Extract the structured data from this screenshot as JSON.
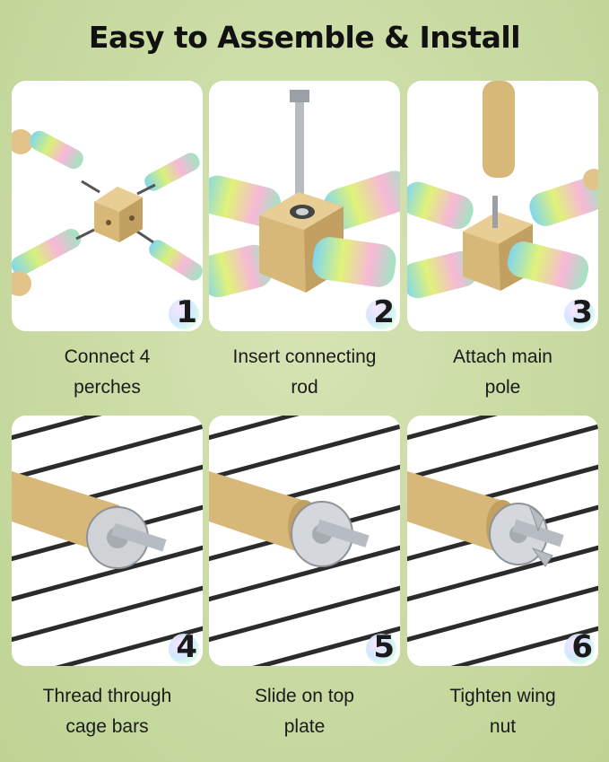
{
  "title": "Easy to Assemble & Install",
  "steps": [
    {
      "number": "1",
      "caption_line1": "Connect 4",
      "caption_line2": "perches"
    },
    {
      "number": "2",
      "caption_line1": "Insert connecting",
      "caption_line2": "rod"
    },
    {
      "number": "3",
      "caption_line1": "Attach main",
      "caption_line2": "pole"
    },
    {
      "number": "4",
      "caption_line1": "Thread through",
      "caption_line2": "cage bars"
    },
    {
      "number": "5",
      "caption_line1": "Slide on top",
      "caption_line2": "plate"
    },
    {
      "number": "6",
      "caption_line1": "Tighten wing",
      "caption_line2": "nut"
    }
  ],
  "colors": {
    "background": "#c9dba3",
    "wood": "#d8b878",
    "bar": "#2b2b2b",
    "metal": "#b7bcc2"
  }
}
